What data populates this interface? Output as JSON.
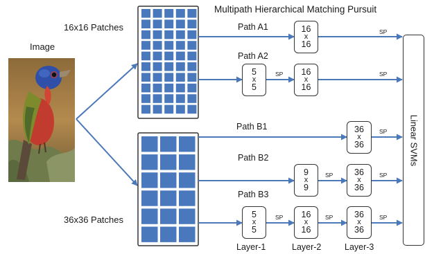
{
  "title": "Multipath Hierarchical Matching Pursuit",
  "image_label": "Image",
  "patches_small_label": "16x16 Patches",
  "patches_large_label": "36x36 Patches",
  "classifier_label": "Linear   SVMs",
  "connector_label": "SP",
  "paths": {
    "a1": "Path A1",
    "a2": "Path A2",
    "b1": "Path B1",
    "b2": "Path B2",
    "b3": "Path B3"
  },
  "layers": [
    "Layer-1",
    "Layer-2",
    "Layer-3"
  ],
  "dictionaries": {
    "a1_l2": {
      "top": "16",
      "mid": "x",
      "bot": "16"
    },
    "a2_l1": {
      "top": "5",
      "mid": "x",
      "bot": "5"
    },
    "a2_l2": {
      "top": "16",
      "mid": "x",
      "bot": "16"
    },
    "b1_l3": {
      "top": "36",
      "mid": "x",
      "bot": "36"
    },
    "b2_l1": {
      "top": "9",
      "mid": "x",
      "bot": "9"
    },
    "b2_l3": {
      "top": "36",
      "mid": "x",
      "bot": "36"
    },
    "b3_l1": {
      "top": "5",
      "mid": "x",
      "bot": "5"
    },
    "b3_l2": {
      "top": "16",
      "mid": "x",
      "bot": "16"
    },
    "b3_l3": {
      "top": "36",
      "mid": "x",
      "bot": "36"
    }
  },
  "colors": {
    "arrow": "#4a78b8",
    "patch": "#4a78bd",
    "outline": "#333333"
  }
}
